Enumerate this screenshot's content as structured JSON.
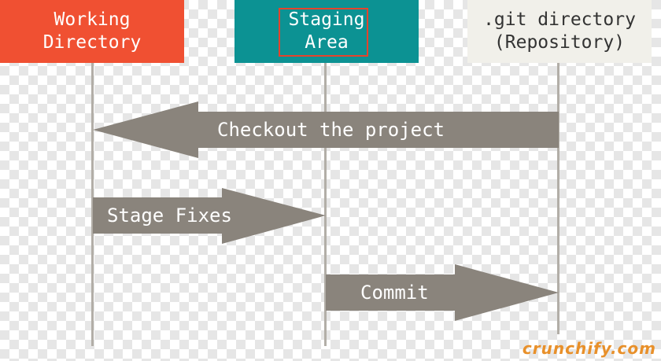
{
  "columns": {
    "working": {
      "label": "Working\nDirectory",
      "color": "#f05032"
    },
    "staging": {
      "label": "Staging\nArea",
      "color": "#0c9293"
    },
    "repository": {
      "label": ".git directory\n(Repository)",
      "color": "#f1f0ea"
    }
  },
  "arrows": {
    "checkout": {
      "label": "Checkout the project",
      "direction": "left",
      "from": "repository",
      "to": "working"
    },
    "stage": {
      "label": "Stage Fixes",
      "direction": "right",
      "from": "working",
      "to": "staging"
    },
    "commit": {
      "label": "Commit",
      "direction": "right",
      "from": "staging",
      "to": "repository"
    },
    "color": "#8a847c"
  },
  "watermark": "crunchify.com"
}
